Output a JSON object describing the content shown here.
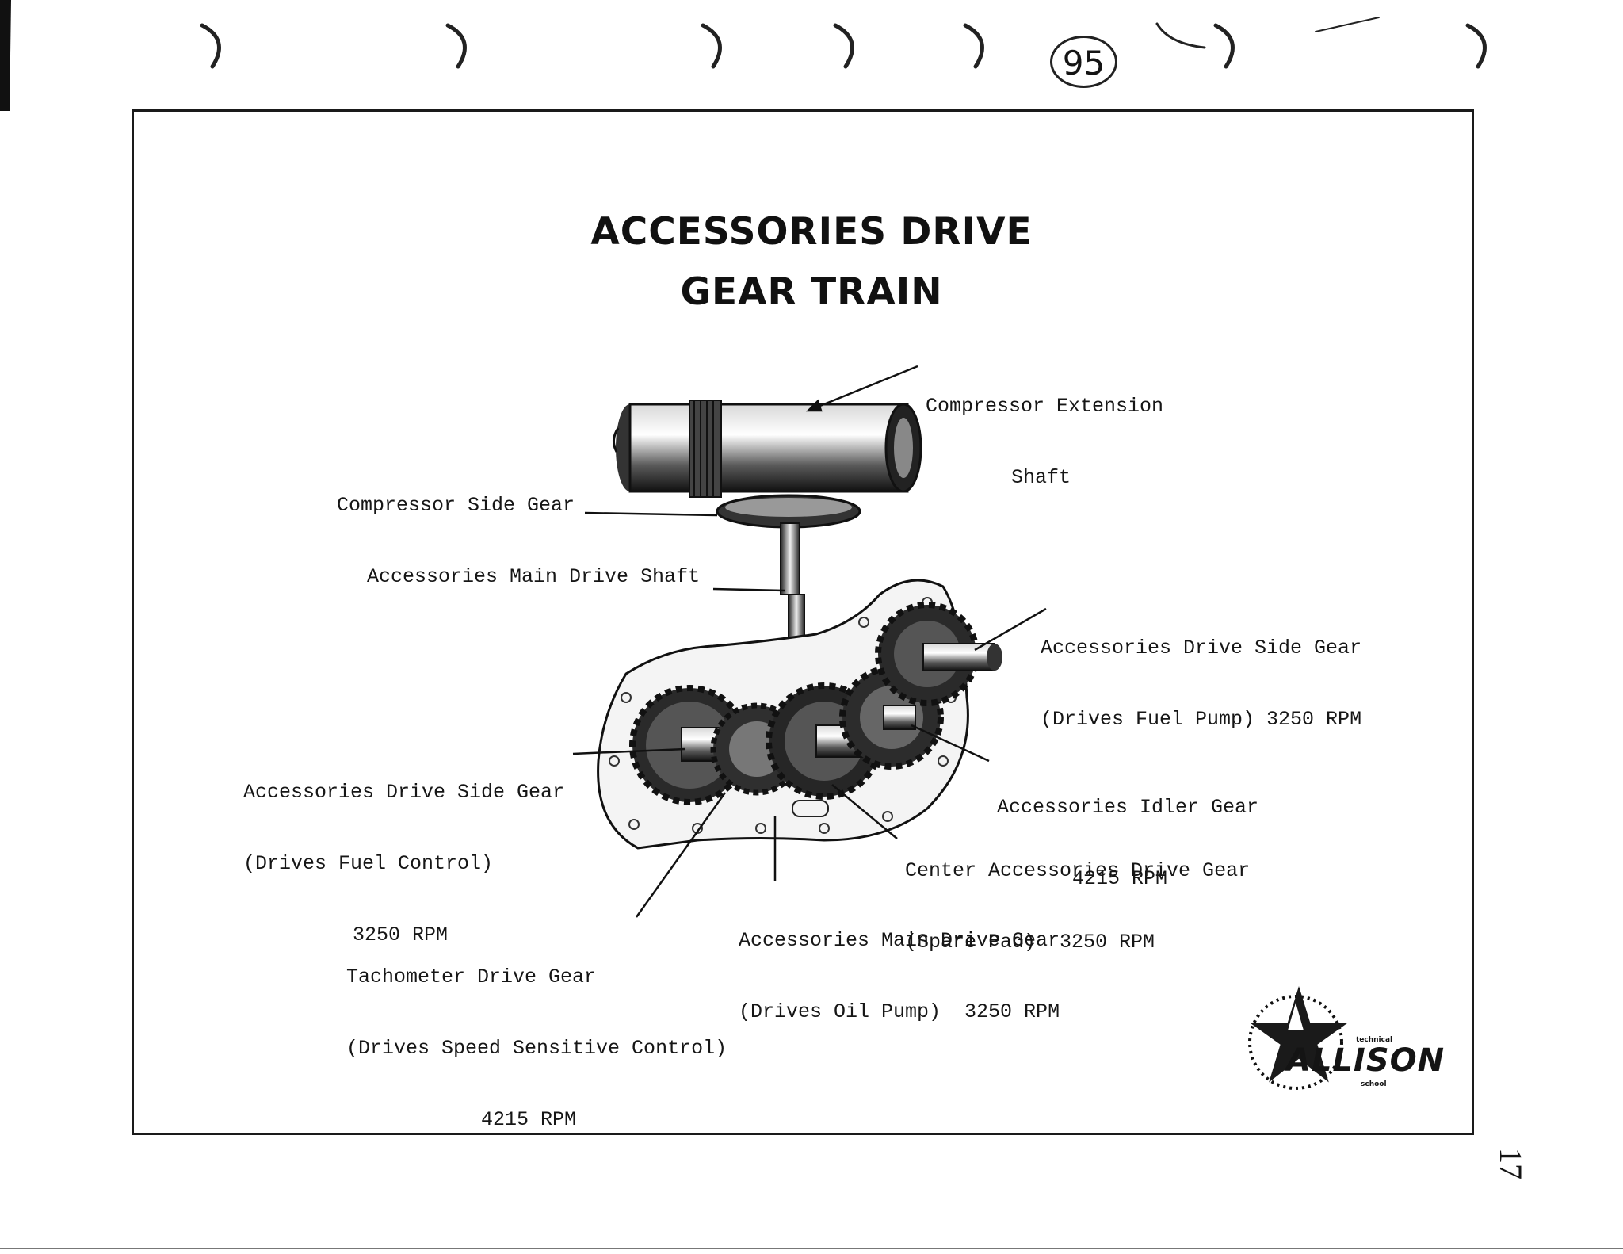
{
  "header": {
    "page_marker": "95"
  },
  "diagram": {
    "title_line1": "ACCESSORIES DRIVE",
    "title_line2": "GEAR TRAIN",
    "labels": {
      "compressor_extension_shaft": {
        "line1": "Compressor Extension",
        "line2": "Shaft"
      },
      "compressor_side_gear": "Compressor Side Gear",
      "accessories_main_drive_shaft": "Accessories Main Drive Shaft",
      "drive_side_gear_fuel_pump": {
        "line1": "Accessories Drive Side Gear",
        "line2": "(Drives Fuel Pump) 3250 RPM"
      },
      "drive_side_gear_fuel_control": {
        "line1": "Accessories Drive Side Gear",
        "line2": "(Drives Fuel Control)",
        "line3": "3250 RPM"
      },
      "idler_gear": {
        "line1": "Accessories Idler Gear",
        "line2": "4215 RPM"
      },
      "center_drive_gear": {
        "line1": "Center Accessories Drive Gear",
        "line2": "(Spare Pad)  3250 RPM"
      },
      "main_drive_gear": {
        "line1": "Accessories Main Drive Gear",
        "line2": "(Drives Oil Pump)  3250 RPM"
      },
      "tachometer_drive_gear": {
        "line1": "Tachometer Drive Gear",
        "line2": "(Drives Speed Sensitive Control)",
        "line3": "4215 RPM"
      }
    }
  },
  "logo": {
    "name": "ALLISON",
    "small_top": "technical",
    "small_bottom": "school"
  },
  "footer": {
    "page_number": "17"
  }
}
